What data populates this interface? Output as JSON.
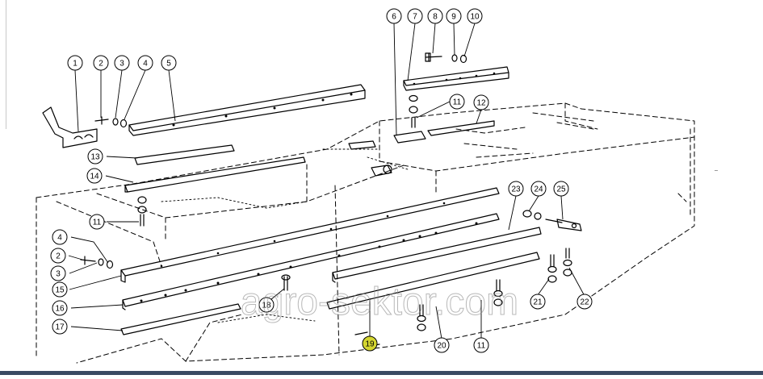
{
  "callouts": [
    {
      "label": "1"
    },
    {
      "label": "2"
    },
    {
      "label": "3"
    },
    {
      "label": "4"
    },
    {
      "label": "5"
    },
    {
      "label": "6"
    },
    {
      "label": "7"
    },
    {
      "label": "8"
    },
    {
      "label": "9"
    },
    {
      "label": "10"
    },
    {
      "label": "11"
    },
    {
      "label": "12"
    },
    {
      "label": "13"
    },
    {
      "label": "14"
    },
    {
      "label": "11"
    },
    {
      "label": "4"
    },
    {
      "label": "2"
    },
    {
      "label": "3"
    },
    {
      "label": "15"
    },
    {
      "label": "16"
    },
    {
      "label": "17"
    },
    {
      "label": "18"
    },
    {
      "label": "19"
    },
    {
      "label": "20"
    },
    {
      "label": "11"
    },
    {
      "label": "21"
    },
    {
      "label": "22"
    },
    {
      "label": "23"
    },
    {
      "label": "24"
    },
    {
      "label": "25"
    }
  ],
  "watermark": "agro-sektor.com",
  "highlight_color": "#d4d631"
}
